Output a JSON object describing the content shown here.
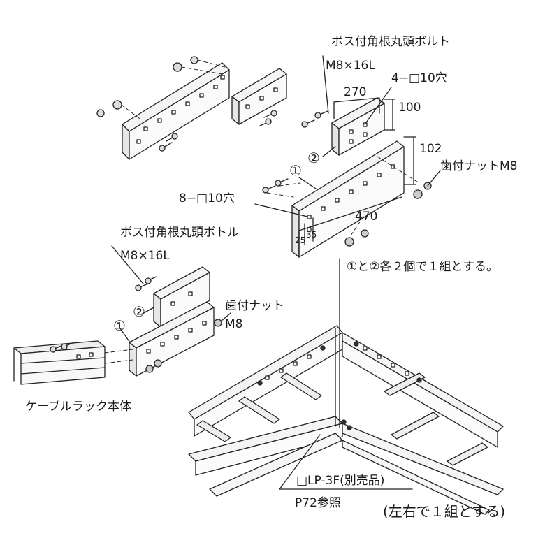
{
  "labels": {
    "boss_bolt_top": "ボス付角根丸頭ボルト",
    "bolt_size_top": "M8×16L",
    "dim_270": "270",
    "hole_4": "4−□10穴",
    "dim_100": "100",
    "dim_102": "102",
    "nut_top": "歯付ナットM8",
    "hole_8": "8−□10穴",
    "dim_470": "470",
    "dim_35": "35",
    "dim_25": "25",
    "circle_1_top": "①",
    "circle_2_top": "②",
    "set_note": "①と②各２個で１組とする。",
    "boss_bolt_mid": "ボス付角根丸頭ボトル",
    "bolt_size_mid": "M8×16L",
    "nut_mid": "歯付ナット",
    "nut_size_mid": "M8",
    "circle_1_mid": "①",
    "circle_2_mid": "②",
    "rack_body": "ケーブルラック本体",
    "part_ref": "□LP-3F(別売品)",
    "page_ref": "P72参照",
    "pair_note": "(左右で１組とする)"
  }
}
